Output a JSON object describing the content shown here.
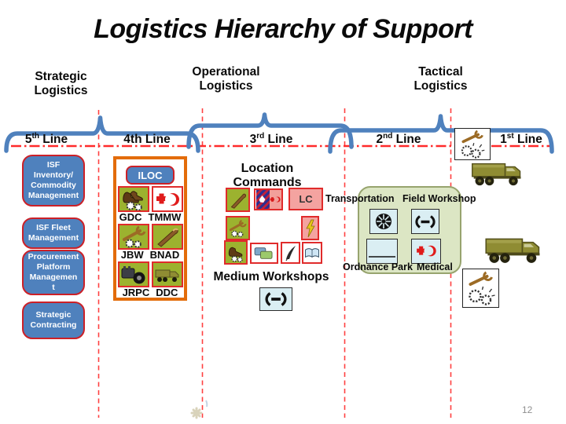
{
  "slide": {
    "title": "Logistics Hierarchy of Support",
    "page_number": "12"
  },
  "categories": [
    {
      "label": "Strategic\nLogistics"
    },
    {
      "label": "Operational\nLogistics"
    },
    {
      "label": "Tactical\nLogistics"
    }
  ],
  "line_markers": [
    {
      "num": "5",
      "sup": "th",
      "word": " Line"
    },
    {
      "num": "4th",
      "sup": "",
      "word": " Line"
    },
    {
      "num": "3",
      "sup": "rd",
      "word": " Line"
    },
    {
      "num": "2",
      "sup": "nd",
      "word": " Line"
    },
    {
      "num": "1",
      "sup": "st",
      "word": " Line"
    }
  ],
  "strategic_boxes": [
    {
      "label": "ISF\nInventory/\nCommodity\nManagement"
    },
    {
      "label": "ISF Fleet\nManagement"
    },
    {
      "label": "Procurement\nPlatform\nManagemen\nt"
    },
    {
      "label": "Strategic\nContracting"
    }
  ],
  "fourth_line": {
    "hq": "ILOC",
    "unit_labels": [
      "GDC",
      "TMMW",
      "JBW",
      "BNAD",
      "JRPC",
      "DDC"
    ]
  },
  "third_line": {
    "heading": "Location Commands",
    "lc": "LC",
    "workshops_label": "Medium Workshops"
  },
  "second_line": {
    "transportation": "Transportation",
    "field_workshop": "Field Workshop",
    "ordnance_park": "Ordnance Park",
    "medical": "Medical"
  },
  "icons": {
    "boots-gears-icon": "combat boots with gears (supply depot)",
    "medical-cross-crescent-icon": "red cross and crescent",
    "wrench-gears-icon": "wrench with gears (workshop)",
    "ammunition-icon": "artillery shell / bullet",
    "engine-tire-icon": "engine block and tire",
    "truck-icon": "cargo truck",
    "striped-emblem-icon": "striped unit emblem",
    "lightning-icon": "lightning bolt (signals)",
    "supplies-icon": "stacked supply notes",
    "quill-icon": "quill pen",
    "book-icon": "open book",
    "wheel-icon": "spoked wheel (transportation)",
    "workshop-bone-icon": "NATO workshop symbol",
    "ordnance-park-icon": "open park rectangle",
    "flower-icon": "faint template flower"
  },
  "colors": {
    "accent_blue": "#4f81bd",
    "border_red": "#cc2027",
    "dash_red": "#ff2b2b",
    "orange_border": "#e36c0a",
    "unit_green": "#9cb22f",
    "pale_cyan": "#daeef3",
    "salmon_pink": "#f4a3a0",
    "node_olive_fill": "#dce6c4",
    "node_olive_border": "#97a46e",
    "truck_olive": "#8f8c33",
    "page_gray": "#8f8f8f"
  }
}
